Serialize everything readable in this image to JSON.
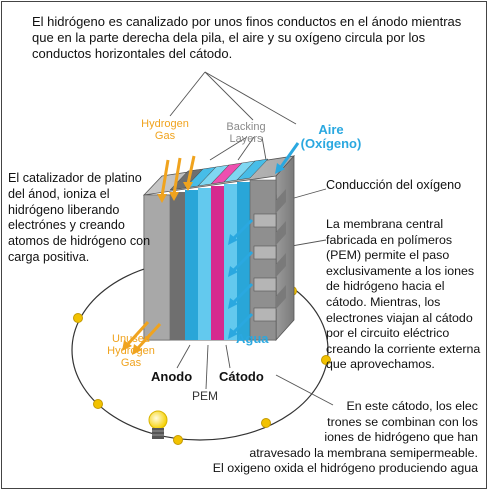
{
  "notes": {
    "top": "El hidrógeno es canalizado por unos finos conductos en el ánodo mientras que en la parte derecha dela pila, el aire y su oxígeno circula por los conductos horizontales del cátodo.",
    "catalyst": "El catalizador de platino del ánod, ioniza el hidrógeno liberando electrónes y creando atomos de hidrógeno con carga positiva.",
    "oxygen_conduction": "Conducción del oxígeno",
    "membrane": "La membrana central fabricada en polímeros (PEM) permite el paso exclusivamente a los iones de hidrógeno hacia el cátodo. Mientras, los electrones viajan al cátodo por el circuito eléctrico creando la corriente externa que aprovechamos.",
    "cathode_lines": [
      "En este cátodo, los elec",
      "trones se combinan con los",
      "iones de hidrógeno que han",
      "atravesado la membrana semipermeable.",
      "El oxigeno oxida el hidrógeno produciendo agua"
    ]
  },
  "labels": {
    "hydrogen_line1": "Hydrogen",
    "hydrogen_line2": "Gas",
    "backing_line1": "Backing",
    "backing_line2": "Layers",
    "air_line1": "Aire",
    "air_line2": "(Oxígeno)",
    "unused_line1": "Unused",
    "unused_line2": "Hydrogen",
    "unused_line3": "Gas",
    "water": "Agua",
    "anode": "Anodo",
    "cathode": "Cátodo",
    "pem": "PEM"
  },
  "colors": {
    "hydrogen": "#f0a31e",
    "air": "#2aa8e0",
    "membrane": "#d62a8f",
    "electrode": "#29a6d8",
    "electron": "#f2c200",
    "casing": "#8d8d8d"
  },
  "icons": {
    "bulb": "light-bulb-icon",
    "electron": "electron-dot-icon"
  }
}
